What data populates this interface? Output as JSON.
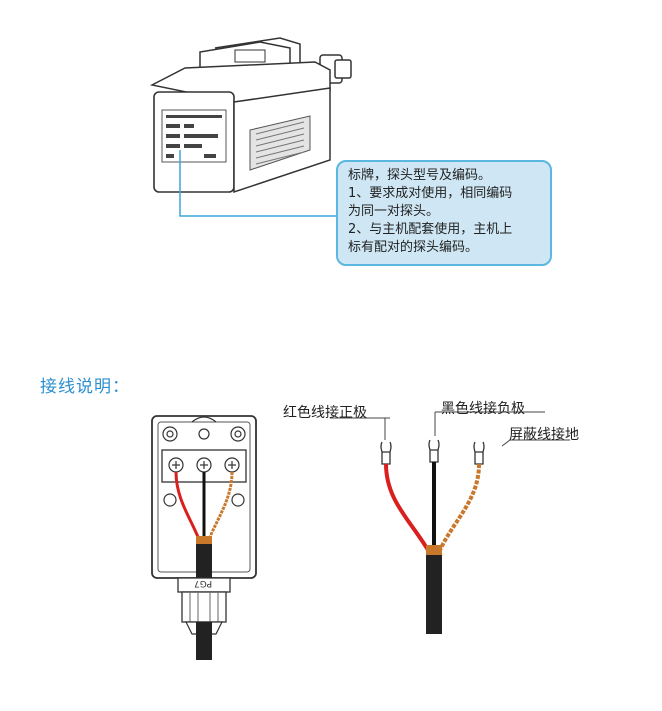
{
  "nameplate_callout": {
    "lines": [
      "标牌，探头型号及编码。",
      "1、要求成对使用，相同编码",
      "为同一对探头。",
      "2、与主机配套使用，主机上",
      "标有配对的探头编码。"
    ]
  },
  "section_title": "接线说明：",
  "gland_label": "PG7",
  "wire_labels": {
    "red": "红色线接正极",
    "black": "黑色线接负极",
    "shield": "屏蔽线接地"
  },
  "colors": {
    "accent_blue": "#2c8fd0",
    "callout_fill": "#cfe7f4",
    "callout_border": "#5ab7df",
    "wire_red": "#d9201e",
    "wire_black": "#111111",
    "wire_shield": "#c9772a"
  }
}
